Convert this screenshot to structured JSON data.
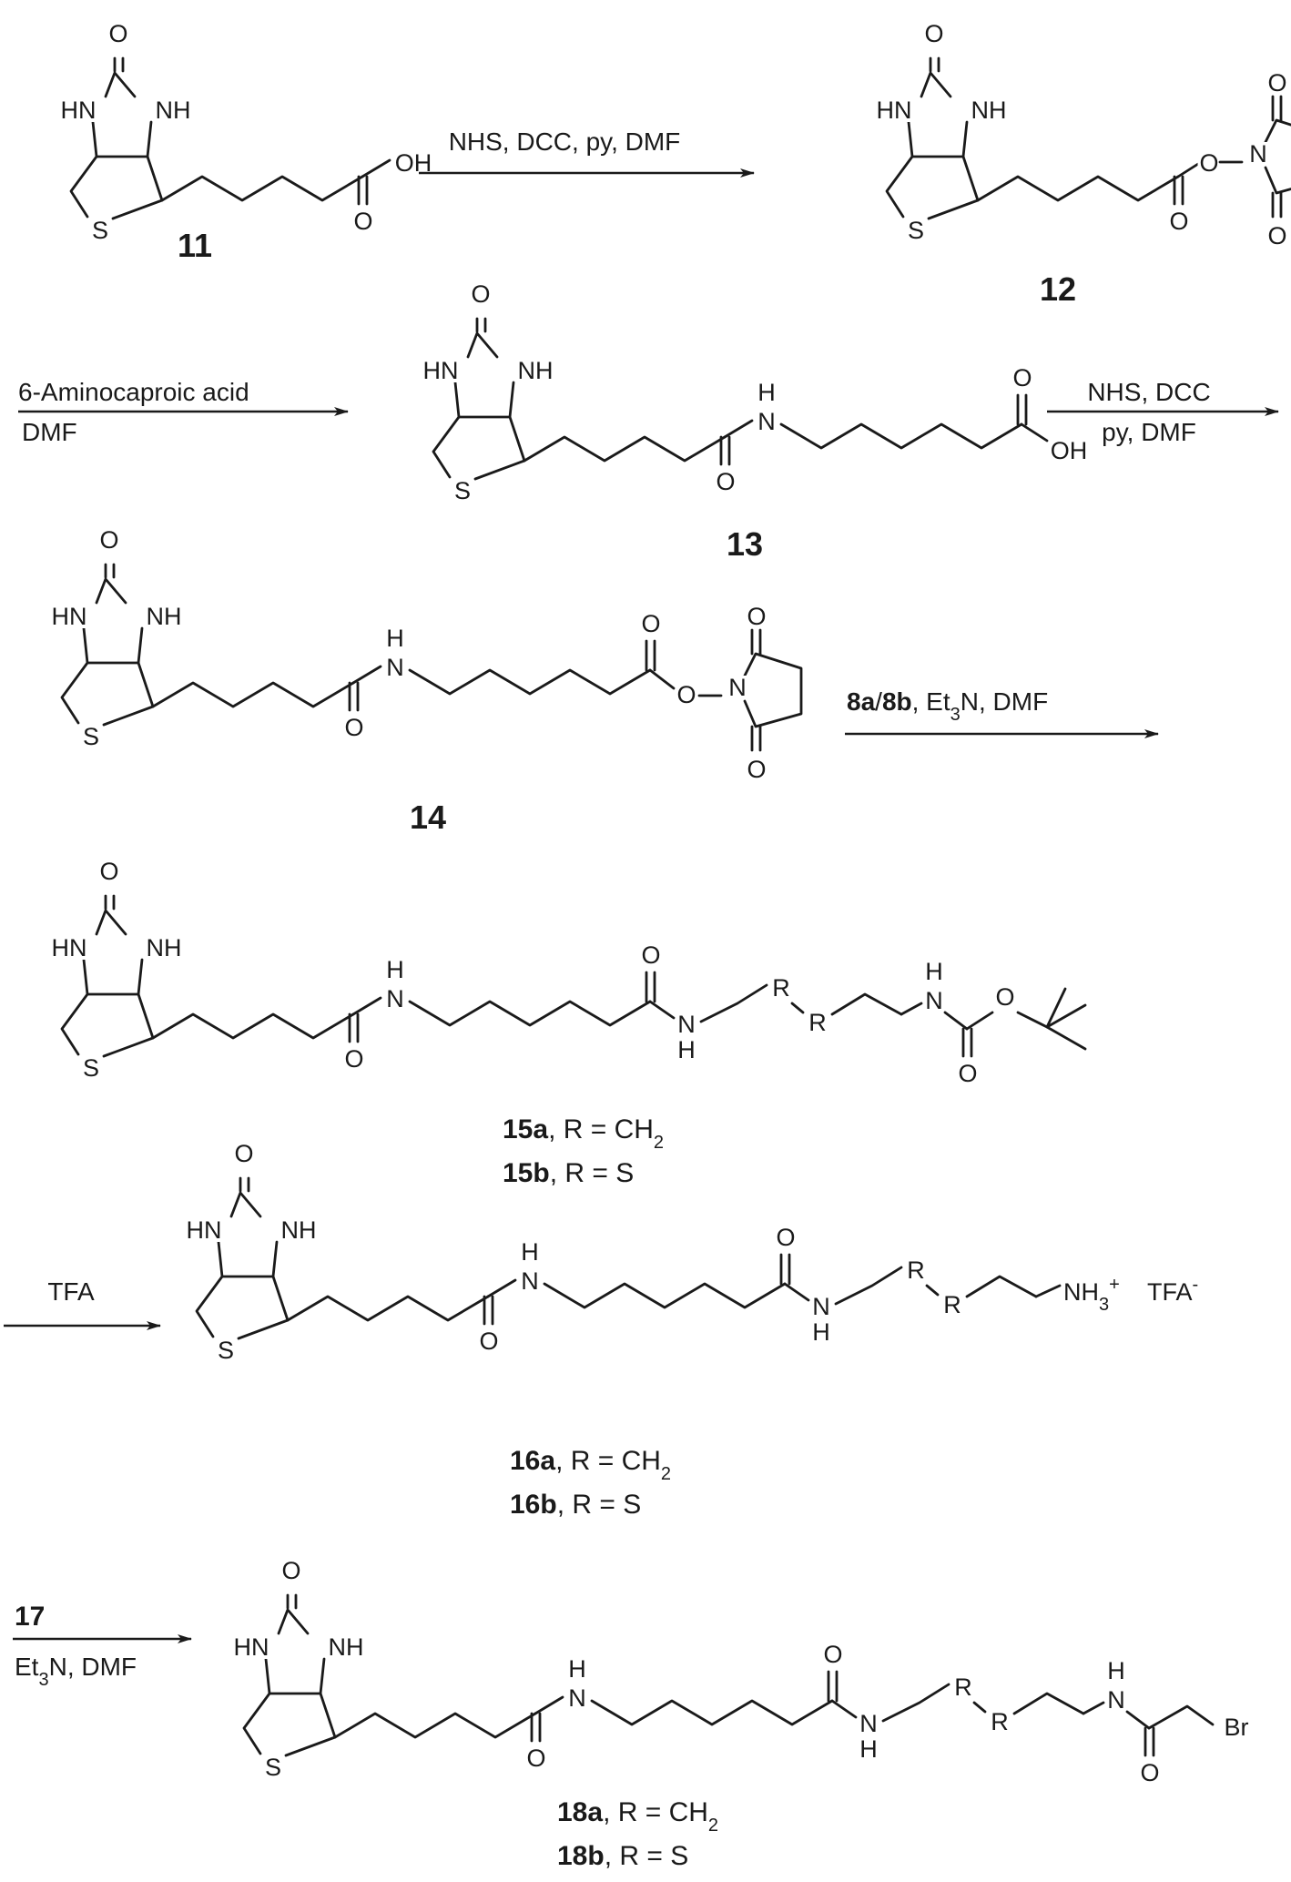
{
  "atoms": {
    "hn": "HN",
    "nh": "NH",
    "o": "O",
    "s": "S",
    "n": "N",
    "h": "H",
    "oh": "OH",
    "r": "R",
    "br": "Br",
    "nh3_prefix": "NH",
    "nh3_sub": "3",
    "nh3_charge": "+",
    "tfa_counterion": "TFA",
    "tfa_charge": "-"
  },
  "compounds": {
    "c11": "11",
    "c12": "12",
    "c13": "13",
    "c14": "14",
    "c15a": "15a",
    "c15b": "15b",
    "c16a": "16a",
    "c16b": "16b",
    "c18a": "18a",
    "c18b": "18b"
  },
  "r_definitions": {
    "ch2_prefix": ", R = CH",
    "ch2_sub": "2",
    "s_def": ", R = S"
  },
  "steps": {
    "s1": "NHS, DCC, py, DMF",
    "s2_line1": "6-Aminocaproic acid",
    "s2_line2": "DMF",
    "s3_line1": "NHS, DCC",
    "s3_line2": "py, DMF",
    "s4_bold": "8a",
    "s4_slash": "/",
    "s4_bold2": "8b",
    "s4_rest_a": ", Et",
    "s4_sub": "3",
    "s4_rest_b": "N, DMF",
    "s5": "TFA",
    "s6_bold": "17",
    "s6_a": "Et",
    "s6_sub": "3",
    "s6_b": "N, DMF"
  }
}
